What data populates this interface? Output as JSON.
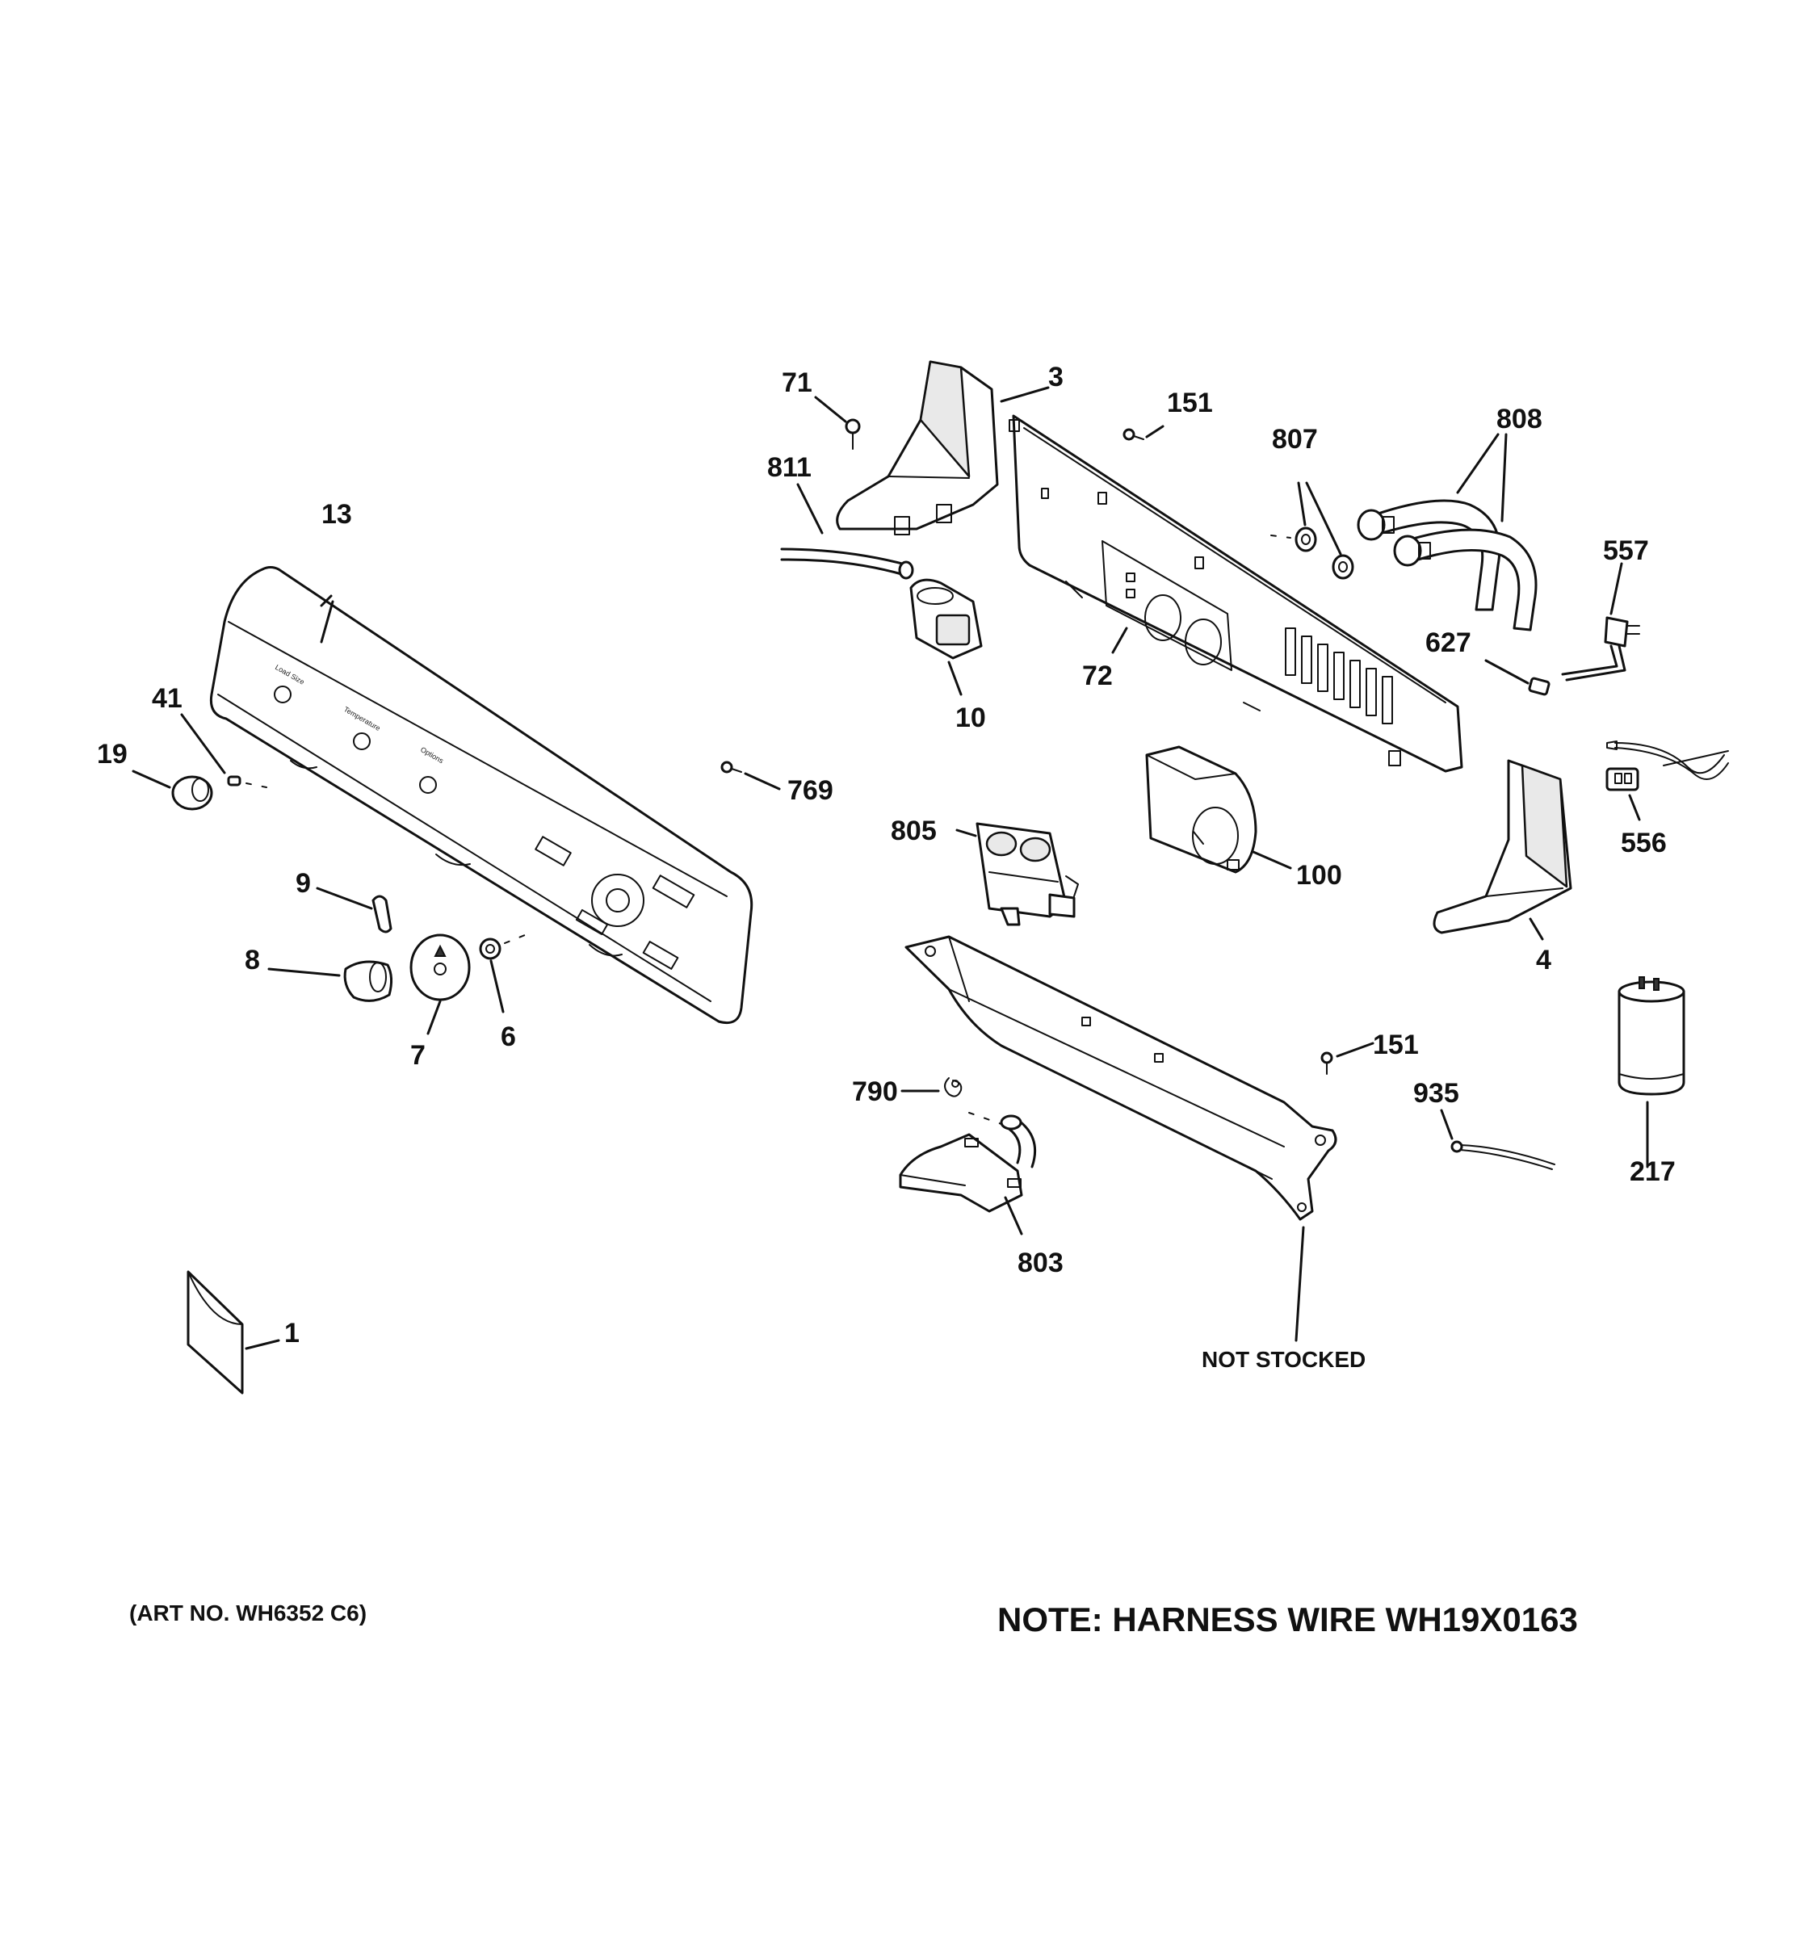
{
  "diagram": {
    "labels": {
      "p1": "1",
      "p3": "3",
      "p4": "4",
      "p6": "6",
      "p7": "7",
      "p8": "8",
      "p9": "9",
      "p10": "10",
      "p13": "13",
      "p19": "19",
      "p41": "41",
      "p71": "71",
      "p72": "72",
      "p100": "100",
      "p151a": "151",
      "p151b": "151",
      "p217": "217",
      "p556": "556",
      "p557": "557",
      "p627": "627",
      "p769": "769",
      "p790": "790",
      "p803": "803",
      "p805": "805",
      "p807": "807",
      "p808": "808",
      "p811": "811",
      "p935": "935",
      "not_stocked": "NOT STOCKED"
    },
    "art_no": "(ART NO. WH6352 C6)",
    "note": "NOTE: HARNESS WIRE WH19X0163"
  }
}
